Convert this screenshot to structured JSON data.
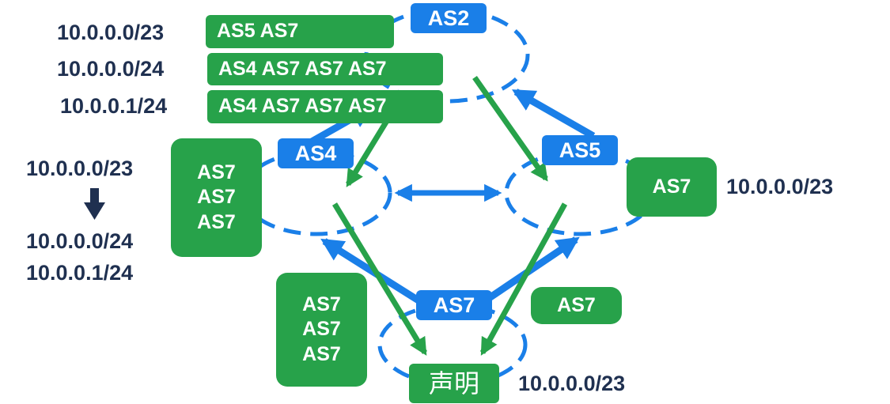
{
  "colors": {
    "blue": "#1a7fe8",
    "green": "#27a24a",
    "text": "#1f3050"
  },
  "nodes": {
    "as2": "AS2",
    "as4": "AS4",
    "as5": "AS5",
    "as7": "AS7"
  },
  "as2_routes": [
    {
      "prefix": "10.0.0.0/23",
      "path": "AS5 AS7"
    },
    {
      "prefix": "10.0.0.0/24",
      "path": "AS4 AS7 AS7 AS7"
    },
    {
      "prefix": "10.0.0.1/24",
      "path": "AS4 AS7 AS7 AS7"
    }
  ],
  "as4_route": {
    "path": [
      "AS7",
      "AS7",
      "AS7"
    ]
  },
  "as4_prefixes": {
    "before": "10.0.0.0/23",
    "after1": "10.0.0.0/24",
    "after2": "10.0.0.1/24"
  },
  "as5_route": {
    "path": "AS7",
    "prefix": "10.0.0.0/23"
  },
  "as7_left_route": {
    "path": [
      "AS7",
      "AS7",
      "AS7"
    ]
  },
  "as7_right_route": {
    "path": "AS7"
  },
  "origin": {
    "label": "声明",
    "prefix": "10.0.0.0/23"
  }
}
